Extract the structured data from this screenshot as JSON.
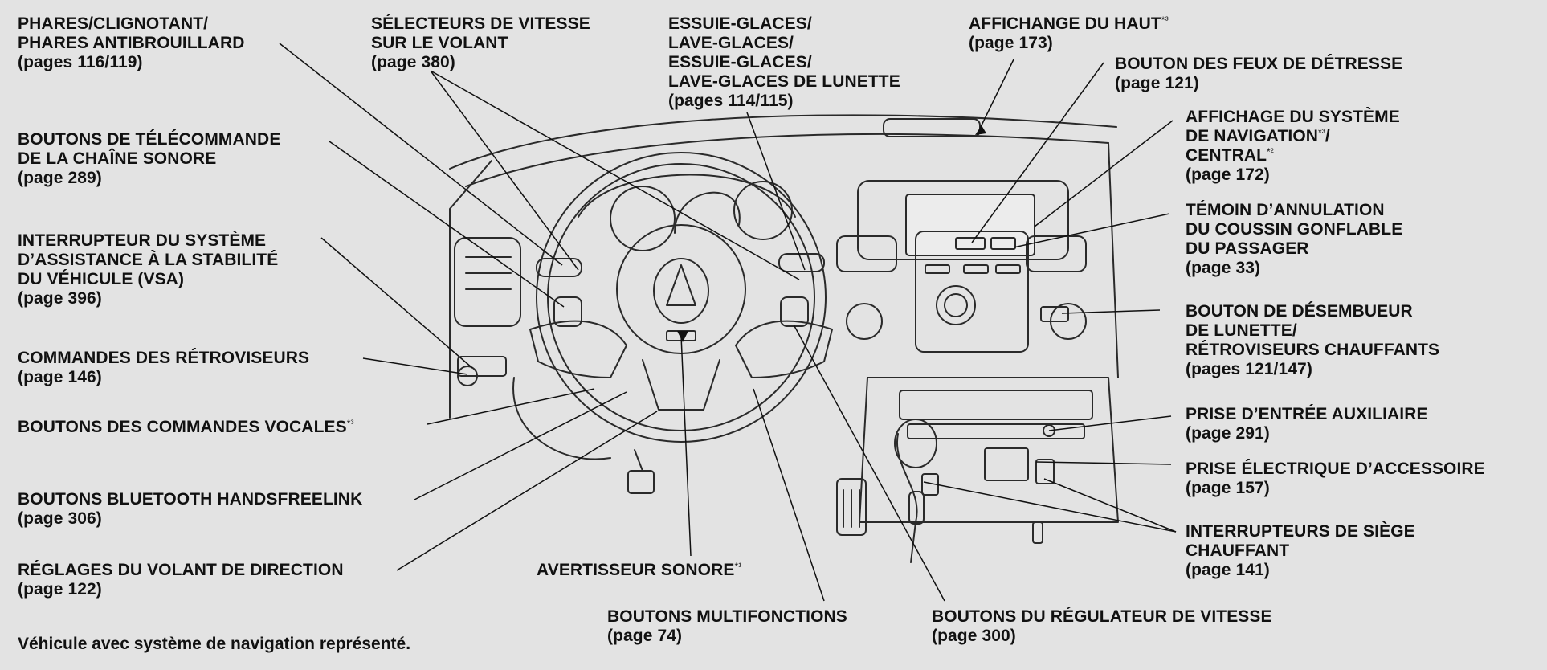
{
  "callouts": [
    {
      "id": "phares",
      "lines": [
        "PHARES/CLIGNOTANT/",
        "PHARES ANTIBROUILLARD",
        "(pages 116/119)"
      ]
    },
    {
      "id": "selecteurs",
      "lines": [
        "SÉLECTEURS DE VITESSE",
        "SUR LE VOLANT",
        "(page 380)"
      ]
    },
    {
      "id": "essuie",
      "lines": [
        "ESSUIE-GLACES/",
        "LAVE-GLACES/",
        "ESSUIE-GLACES/",
        "LAVE-GLACES DE LUNETTE",
        "(pages 114/115)"
      ]
    },
    {
      "id": "affichange",
      "lines": [
        "AFFICHANGE DU HAUT",
        "(page 173)"
      ],
      "mark": "*³",
      "mark_line": 0
    },
    {
      "id": "feux",
      "lines": [
        "BOUTON DES FEUX DE DÉTRESSE",
        "(page 121)"
      ]
    },
    {
      "id": "telecommande",
      "lines": [
        "BOUTONS DE TÉLÉCOMMANDE",
        "DE LA CHAÎNE SONORE",
        "(page 289)"
      ]
    },
    {
      "id": "navigation",
      "lines": [
        "AFFICHAGE DU SYSTÈME",
        "DE NAVIGATION",
        "CENTRAL",
        "(page 172)"
      ],
      "marks": [
        {
          "line": 1,
          "text": "*³",
          "after": "/"
        },
        {
          "line": 2,
          "text": "*²"
        }
      ]
    },
    {
      "id": "temoin",
      "lines": [
        "TÉMOIN D’ANNULATION",
        "DU COUSSIN GONFLABLE",
        "DU PASSAGER",
        "(page 33)"
      ]
    },
    {
      "id": "vsa",
      "lines": [
        "INTERRUPTEUR DU SYSTÈME",
        "D’ASSISTANCE À LA STABILITÉ",
        "DU VÉHICULE (VSA)",
        "(page 396)"
      ]
    },
    {
      "id": "desembueur",
      "lines": [
        "BOUTON DE DÉSEMBUEUR",
        "DE LUNETTE/",
        "RÉTROVISEURS CHAUFFANTS",
        "(pages 121/147)"
      ]
    },
    {
      "id": "retroviseurs",
      "lines": [
        "COMMANDES DES RÉTROVISEURS",
        "(page 146)"
      ]
    },
    {
      "id": "vocales",
      "lines": [
        "BOUTONS DES COMMANDES VOCALES"
      ],
      "mark": "*³",
      "mark_line": 0
    },
    {
      "id": "prise_aux",
      "lines": [
        "PRISE D’ENTRÉE AUXILIAIRE",
        "(page 291)"
      ]
    },
    {
      "id": "prise_elec",
      "lines": [
        "PRISE ÉLECTRIQUE D’ACCESSOIRE",
        "(page 157)"
      ]
    },
    {
      "id": "bluetooth",
      "lines": [
        "BOUTONS BLUETOOTH HANDSFREELINK",
        "(page 306)"
      ]
    },
    {
      "id": "siege",
      "lines": [
        "INTERRUPTEURS DE SIÈGE",
        "CHAUFFANT",
        "(page 141)"
      ]
    },
    {
      "id": "volant",
      "lines": [
        "RÉGLAGES DU VOLANT DE DIRECTION",
        "(page 122)"
      ]
    },
    {
      "id": "avertisseur",
      "lines": [
        "AVERTISSEUR SONORE"
      ],
      "mark": "*¹",
      "mark_line": 0
    },
    {
      "id": "multifonctions",
      "lines": [
        "BOUTONS MULTIFONCTIONS",
        "(page 74)"
      ]
    },
    {
      "id": "regulateur",
      "lines": [
        "BOUTONS DU RÉGULATEUR DE VITESSE",
        "(page 300)"
      ]
    }
  ],
  "footnote": "Véhicule avec système de navigation représenté."
}
